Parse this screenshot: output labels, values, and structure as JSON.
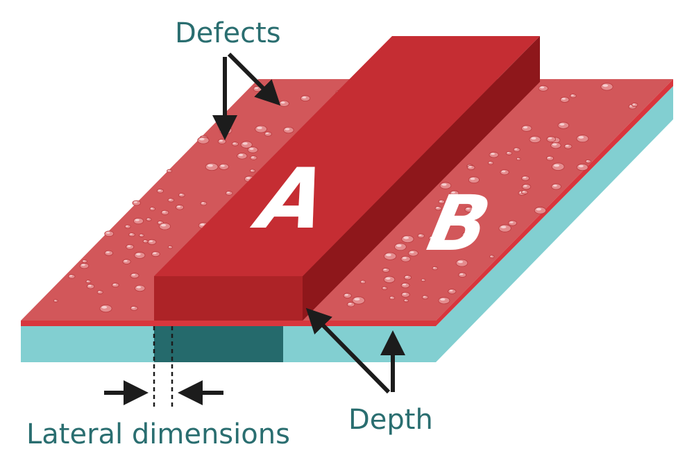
{
  "labels": {
    "defects": "Defects",
    "depth": "Depth",
    "lateral": "Lateral dimensions"
  },
  "regions": {
    "a": "A",
    "b": "B"
  },
  "colors": {
    "film_top": "#d2575a",
    "film_edge": "#d8363d",
    "stripe_top": "#c52d33",
    "stripe_side": "#8e171b",
    "stripe_front": "#ad2327",
    "substrate_face": "#82cfd1",
    "substrate_dark": "#256a6c",
    "label_text": "#2a6e70",
    "arrow": "#1c1c1c"
  }
}
